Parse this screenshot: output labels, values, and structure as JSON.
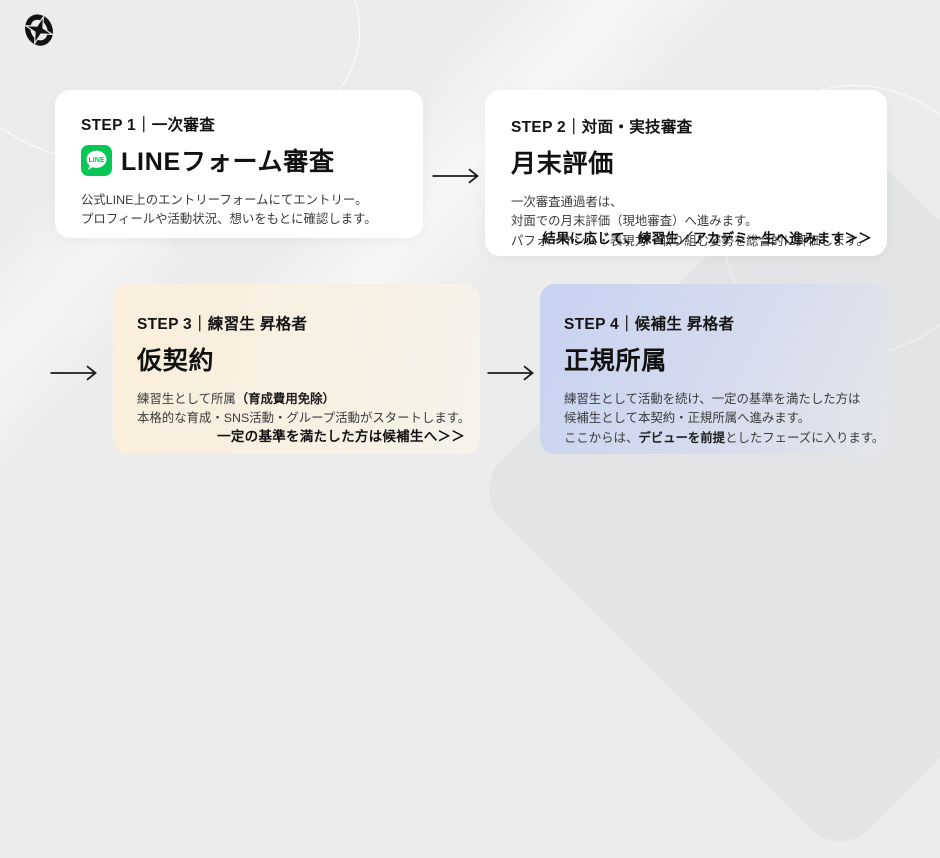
{
  "colors": {
    "background": "#ececed",
    "card_white": "#ffffff",
    "card3_gradient_start": "#faeedb",
    "card3_gradient_end": "#f6f3eb",
    "card4_gradient_start": "#c7d2f1",
    "card4_gradient_end": "#e4e6ea",
    "line_green": "#06C755",
    "text_primary": "#141414",
    "text_body": "#3b3b3b"
  },
  "logo": {
    "name": "sparkle-ring-logo"
  },
  "flow": {
    "arrow_glyph": "→"
  },
  "cards": [
    {
      "step_label": "STEP 1｜一次審査",
      "heading": "LINEフォーム審査",
      "icon": "line-app-icon",
      "icon_label": "LINE",
      "body": [
        {
          "pre": "公式LINE上のエントリーフォームにてエントリー。",
          "bold": "",
          "post": ""
        },
        {
          "pre": "プロフィールや活動状況、想いをもとに確認します。",
          "bold": "",
          "post": ""
        }
      ]
    },
    {
      "step_label": "STEP 2｜対面・実技審査",
      "heading": "月末評価",
      "body": [
        {
          "pre": "一次審査通過者は、",
          "bold": "",
          "post": ""
        },
        {
          "pre": "対面での月末評価（現地審査）へ進みます。",
          "bold": "",
          "post": ""
        },
        {
          "pre": "パフォーマンス・表現力・取り組む姿勢を総合的に評価します。",
          "bold": "",
          "post": ""
        }
      ],
      "footer": "結果に応じて、練習生／アカデミー生へ進みます＞＞"
    },
    {
      "step_label": "STEP 3｜練習生 昇格者",
      "heading": "仮契約",
      "body": [
        {
          "pre": "練習生として所属",
          "bold": "（育成費用免除）",
          "post": ""
        },
        {
          "pre": "本格的な育成・SNS活動・グループ活動がスタートします。",
          "bold": "",
          "post": ""
        }
      ],
      "footer": "一定の基準を満たした方は候補生へ＞＞"
    },
    {
      "step_label": "STEP 4｜候補生 昇格者",
      "heading": "正規所属",
      "body": [
        {
          "pre": "練習生として活動を続け、一定の基準を満たした方は",
          "bold": "",
          "post": ""
        },
        {
          "pre": "候補生として本契約・正規所属へ進みます。",
          "bold": "",
          "post": ""
        },
        {
          "pre": "ここからは、",
          "bold": "デビューを前提",
          "post": "としたフェーズに入ります。"
        }
      ]
    }
  ]
}
